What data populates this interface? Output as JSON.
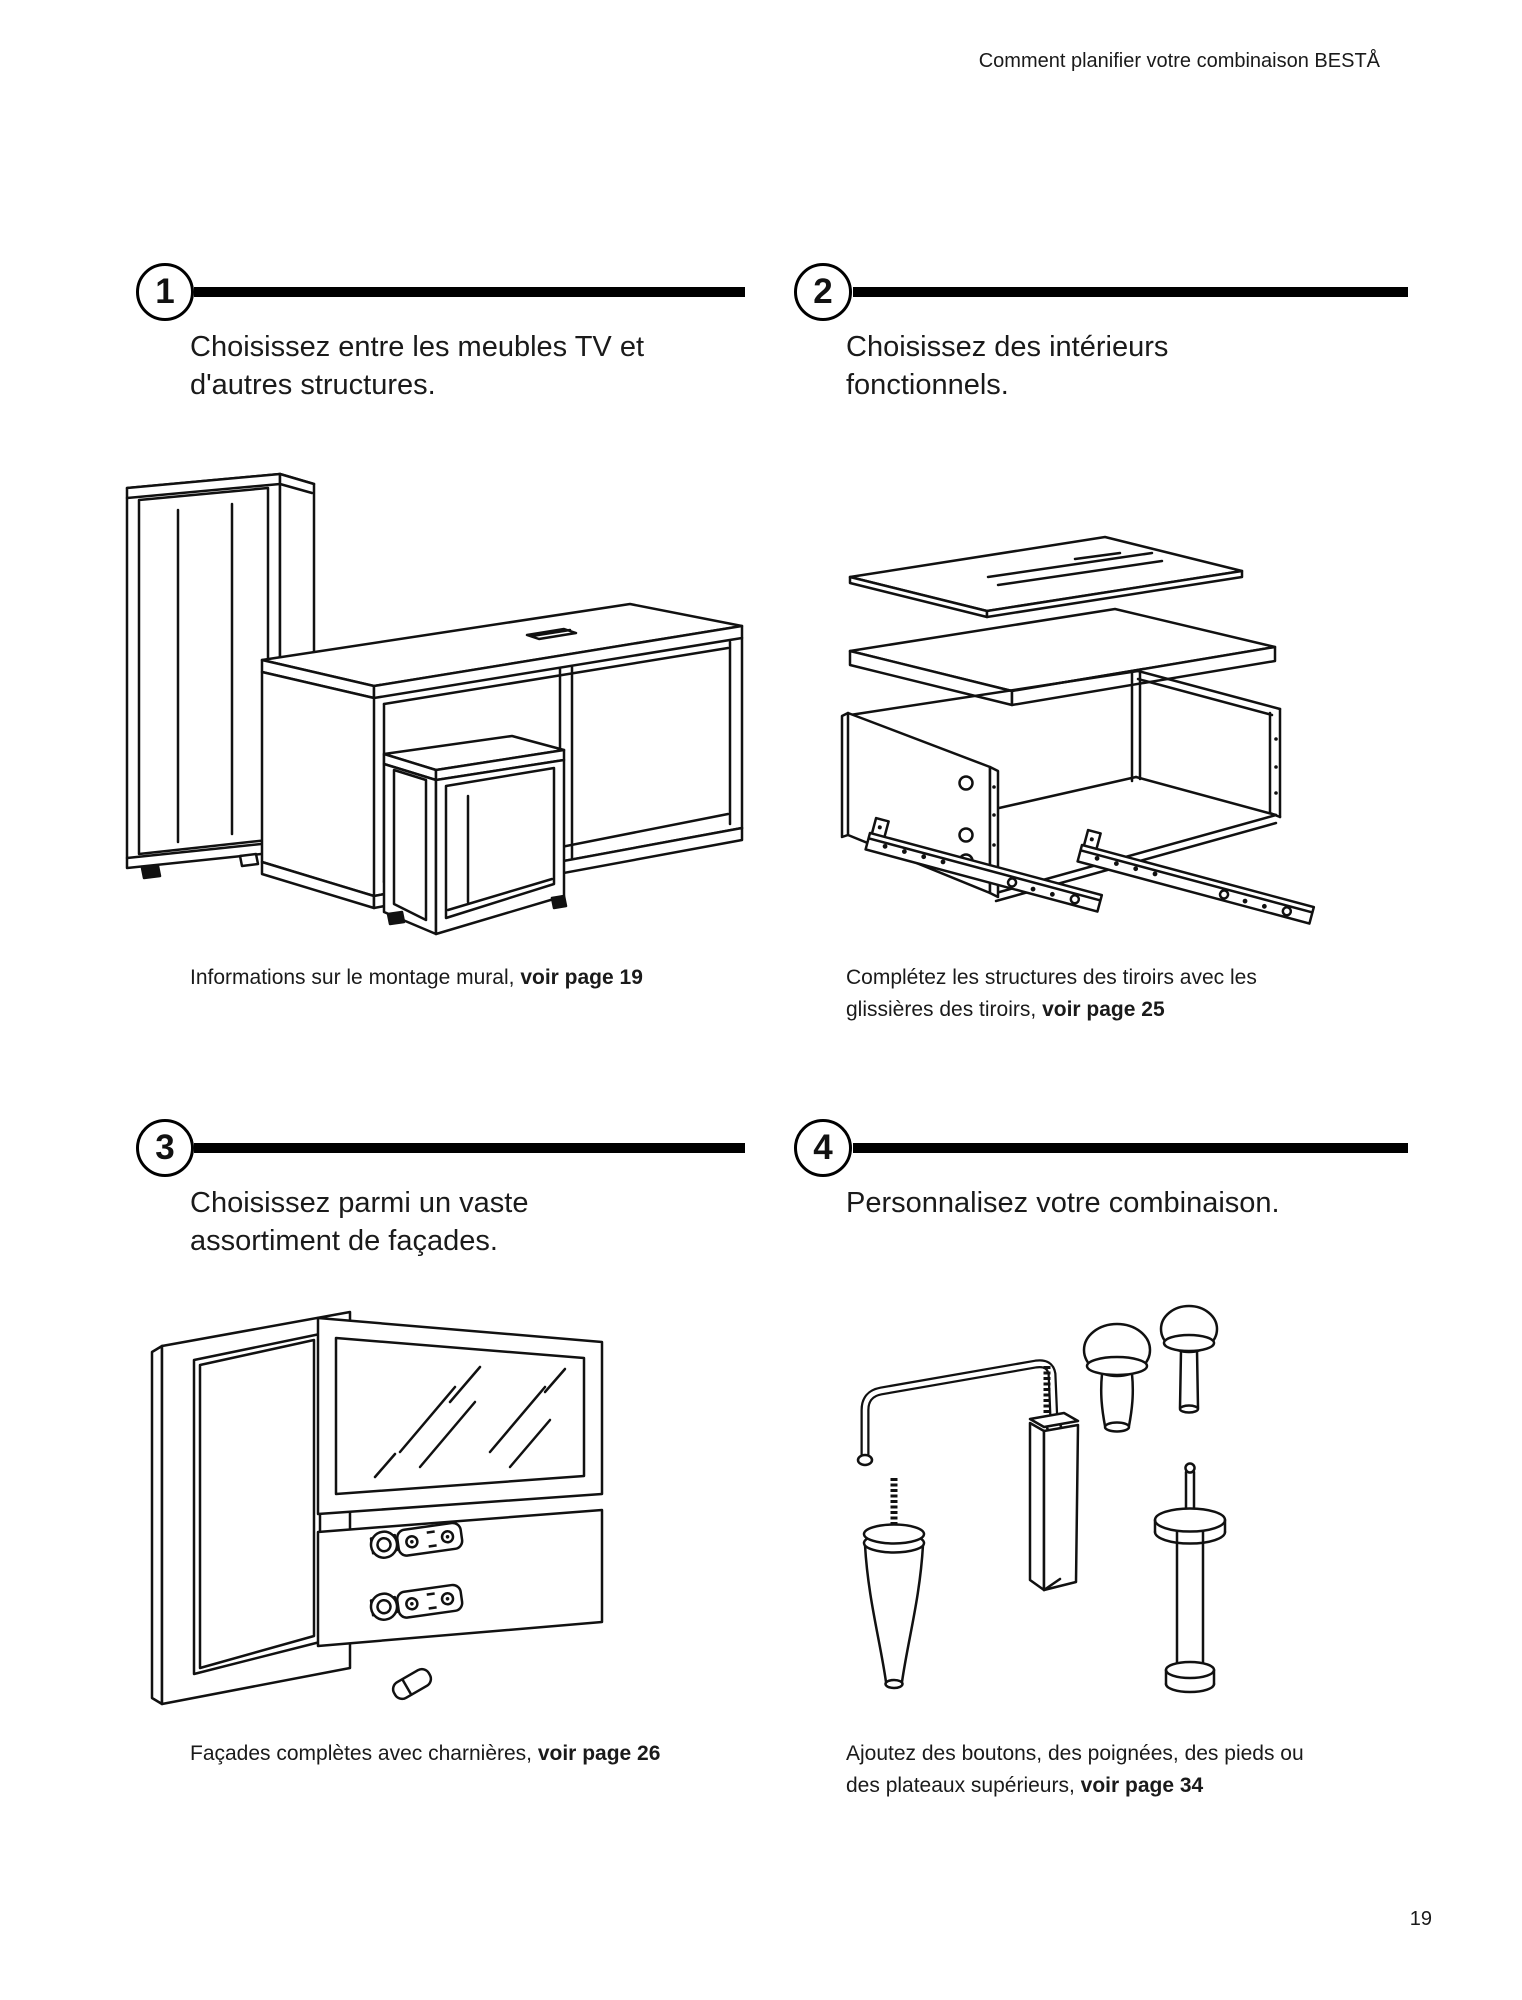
{
  "page": {
    "header": "Comment planifier votre combinaison BESTÅ",
    "page_number": "19"
  },
  "sections": [
    {
      "number": "1",
      "title_lines": [
        "Choisissez entre les meubles TV et",
        "d'autres structures."
      ],
      "caption_lines": [
        {
          "text": "Informations sur le montage mural, ",
          "bold": "voir page 19"
        }
      ]
    },
    {
      "number": "2",
      "title_lines": [
        "Choisissez des intérieurs",
        "fonctionnels."
      ],
      "caption_lines": [
        {
          "text": "Complétez les structures des tiroirs avec les",
          "bold": ""
        },
        {
          "text": "glissières des tiroirs, ",
          "bold": "voir page 25"
        }
      ]
    },
    {
      "number": "3",
      "title_lines": [
        "Choisissez parmi un vaste",
        "assortiment de façades."
      ],
      "caption_lines": [
        {
          "text": "Façades complètes avec charnières, ",
          "bold": "voir page 26"
        }
      ]
    },
    {
      "number": "4",
      "title_lines": [
        "Personnalisez votre combinaison."
      ],
      "caption_lines": [
        {
          "text": "Ajoutez des boutons, des poignées, des pieds ou",
          "bold": ""
        },
        {
          "text": "des plateaux supérieurs, ",
          "bold": "voir page 34"
        }
      ]
    }
  ],
  "colors": {
    "ink": "#111111",
    "rule": "#000000",
    "paper": "#ffffff"
  }
}
